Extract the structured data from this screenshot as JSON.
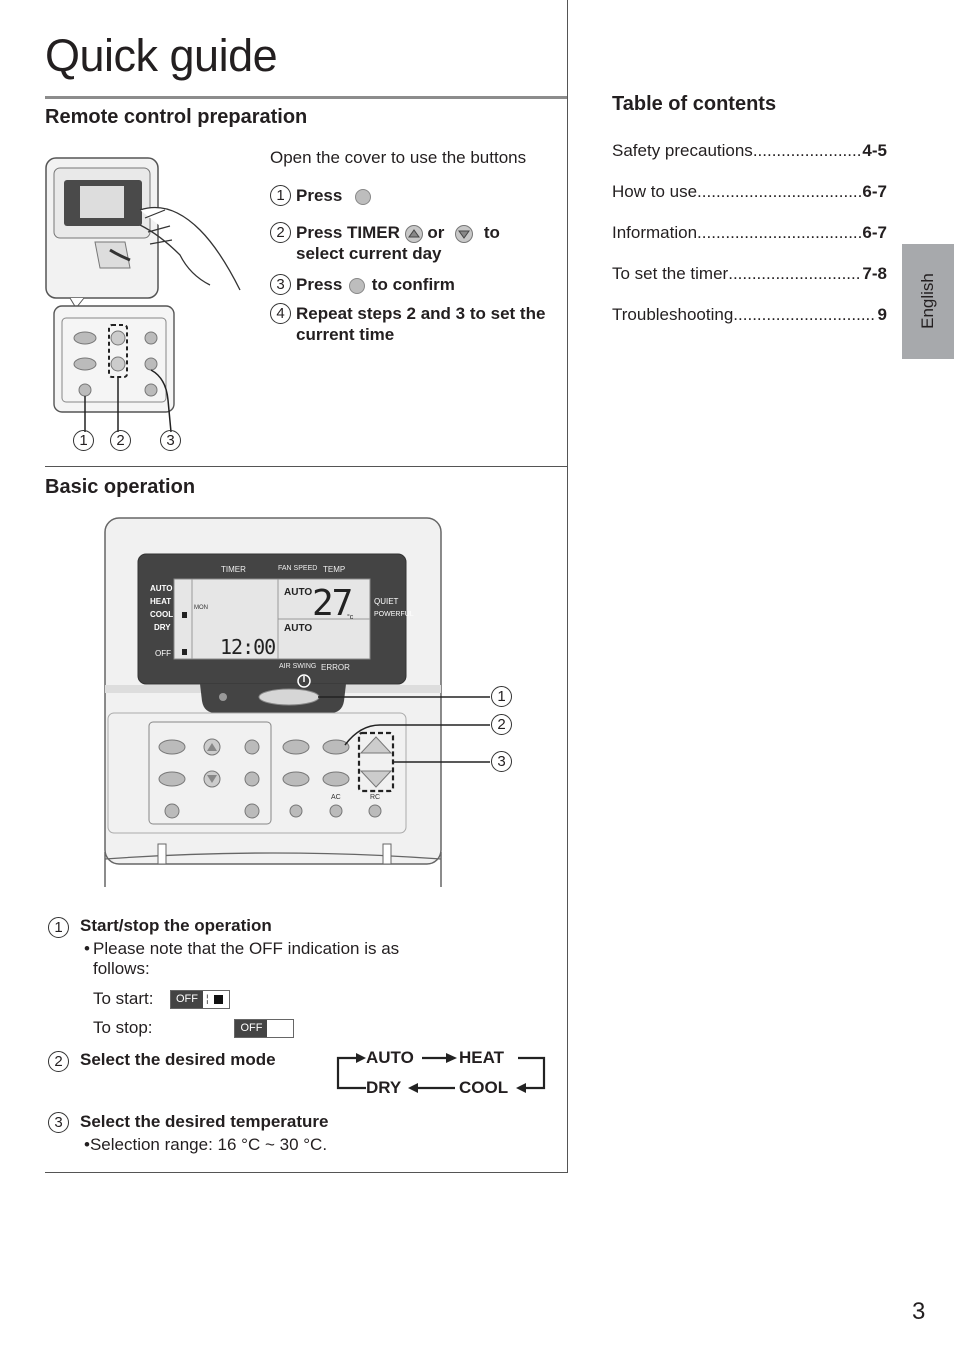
{
  "title": "Quick guide",
  "sections": {
    "prep": {
      "heading": "Remote control preparation",
      "intro": "Open the cover to use the buttons",
      "steps": [
        {
          "num": "1",
          "text_before": "Press"
        },
        {
          "num": "2",
          "text_before": "Press TIMER",
          "text_mid": "or",
          "text_after": "to select current day"
        },
        {
          "num": "3",
          "text_before": "Press",
          "text_after": "to confirm"
        },
        {
          "num": "4",
          "text_before": "Repeat steps 2 and 3 to set the current time"
        }
      ],
      "callouts": [
        "1",
        "2",
        "3"
      ]
    },
    "basic": {
      "heading": "Basic operation",
      "callouts": [
        "1",
        "2",
        "3"
      ],
      "display": {
        "timer": "TIMER",
        "fan_speed": "FAN SPEED",
        "temp_label": "TEMP",
        "modes": [
          "AUTO",
          "HEAT",
          "COOL",
          "DRY",
          "OFF"
        ],
        "day": "MON",
        "fan_auto_1": "AUTO",
        "fan_auto_2": "AUTO",
        "temperature": "27",
        "temp_unit": "°c",
        "clock": "12:00",
        "quiet": "QUIET",
        "powerful": "POWERFUL",
        "air_swing": "AIR SWING",
        "error": "ERROR",
        "ac": "AC",
        "rc": "RC"
      },
      "items": [
        {
          "num": "1",
          "title": "Start/stop the operation",
          "bullet": "Please note that the OFF indication is as follows:",
          "to_start": "To start:",
          "to_stop": "To stop:",
          "off_label": "OFF"
        },
        {
          "num": "2",
          "title": "Select the desired mode",
          "cycle": [
            "AUTO",
            "HEAT",
            "COOL",
            "DRY"
          ]
        },
        {
          "num": "3",
          "title": "Select the desired temperature",
          "bullet": "Selection range: 16 °C ~ 30 °C."
        }
      ]
    }
  },
  "toc": {
    "heading": "Table of contents",
    "entries": [
      {
        "label": "Safety precautions",
        "page": "4-5"
      },
      {
        "label": "How to use",
        "page": "6-7"
      },
      {
        "label": "Information",
        "page": "6-7"
      },
      {
        "label": "To set the timer",
        "page": "7-8"
      },
      {
        "label": "Troubleshooting",
        "page": "9"
      }
    ]
  },
  "language_tab": "English",
  "page_number": "3",
  "colors": {
    "tab_bg": "#a7a9ac",
    "rule": "#8c8c8c",
    "text": "#231f20"
  }
}
